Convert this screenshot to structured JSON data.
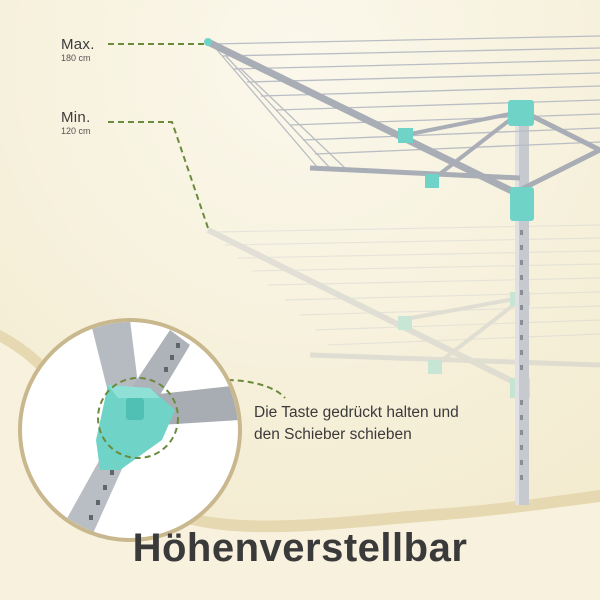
{
  "max": {
    "label": "Max.",
    "height": "180 cm"
  },
  "min": {
    "label": "Min.",
    "height": "120 cm"
  },
  "instruction": {
    "line1": "Die Taste gedrückt halten und",
    "line2": "den Schieber schieben"
  },
  "title": "Höhenverstellbar",
  "colors": {
    "background": "#f7f1dd",
    "accent_teal": "#6fd3c8",
    "dashed_line": "#6c8a3c",
    "frame_gold": "#b49a6a",
    "metal": "#c9ccd1"
  }
}
